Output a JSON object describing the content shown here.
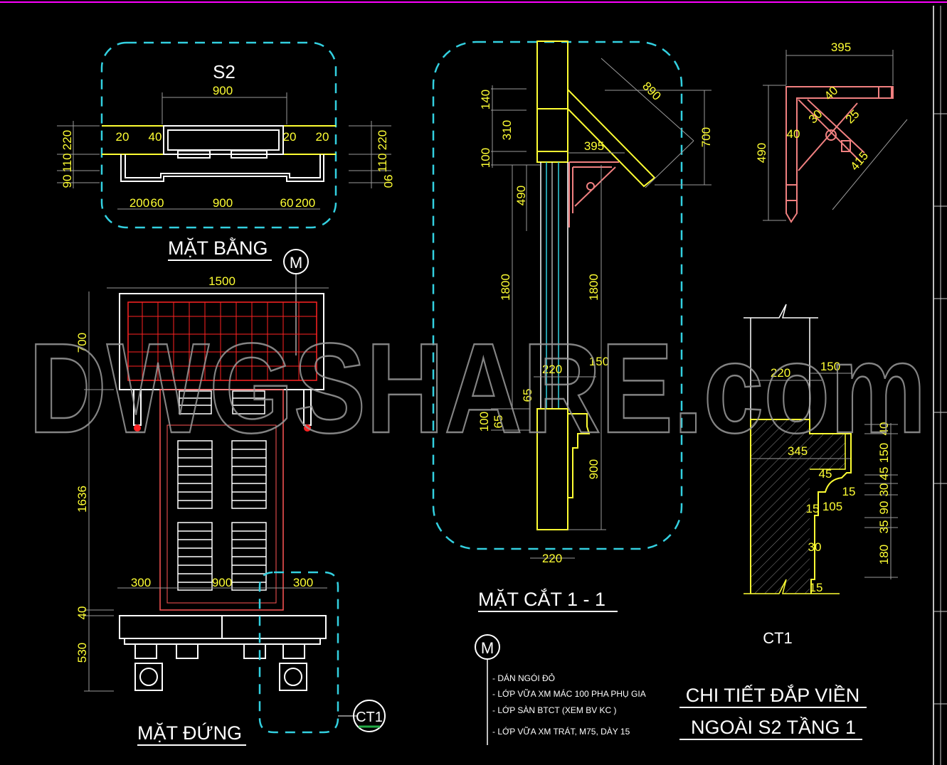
{
  "watermark": "DWGSHARE.com",
  "colors": {
    "background": "#000000",
    "dimension": "#ffff33",
    "cyan": "#33d0e0",
    "tile_red": "#ff2222",
    "bracket_pink": "#f08080",
    "frame": "#ff00ff"
  },
  "plan": {
    "tag": "S2",
    "title": "MẶT BẰNG",
    "dims": [
      "900",
      "20",
      "40",
      "20",
      "20",
      "220",
      "110",
      "90",
      "220",
      "110",
      "90",
      "200",
      "60",
      "900",
      "60",
      "200"
    ]
  },
  "elevation": {
    "title": "MẶT ĐỨNG",
    "marker": "M",
    "callout": "CT1",
    "dims": [
      "1500",
      "700",
      "1636",
      "40",
      "530",
      "300",
      "900",
      "300"
    ]
  },
  "section": {
    "title": "MẶT CẮT 1 - 1",
    "dims": [
      "140",
      "310",
      "100",
      "890",
      "395",
      "700",
      "490",
      "1800",
      "1800",
      "220",
      "150",
      "65",
      "100",
      "65",
      "900",
      "220"
    ]
  },
  "bracket_detail": {
    "dims": [
      "395",
      "40",
      "30",
      "40",
      "25",
      "490",
      "415"
    ]
  },
  "ct1_detail": {
    "label": "CT1",
    "dims": [
      "220",
      "150",
      "345",
      "45",
      "15",
      "105",
      "15",
      "30",
      "15",
      "40",
      "150",
      "45",
      "30",
      "90",
      "35",
      "180"
    ]
  },
  "legend": {
    "marker": "M",
    "items": [
      "- DÁN NGÓI ĐỎ",
      "- LỚP VỮA XM MÁC 100 PHA PHỤ GIA",
      "- LỚP SÀN BTCT (XEM BV KC )",
      "- LỚP VỮA XM TRÁT, M75, DÀY 15"
    ]
  },
  "sheet_title": {
    "line1": "CHI TIẾT ĐẮP VIỀN",
    "line2": "NGOÀI S2 TẦNG 1"
  }
}
